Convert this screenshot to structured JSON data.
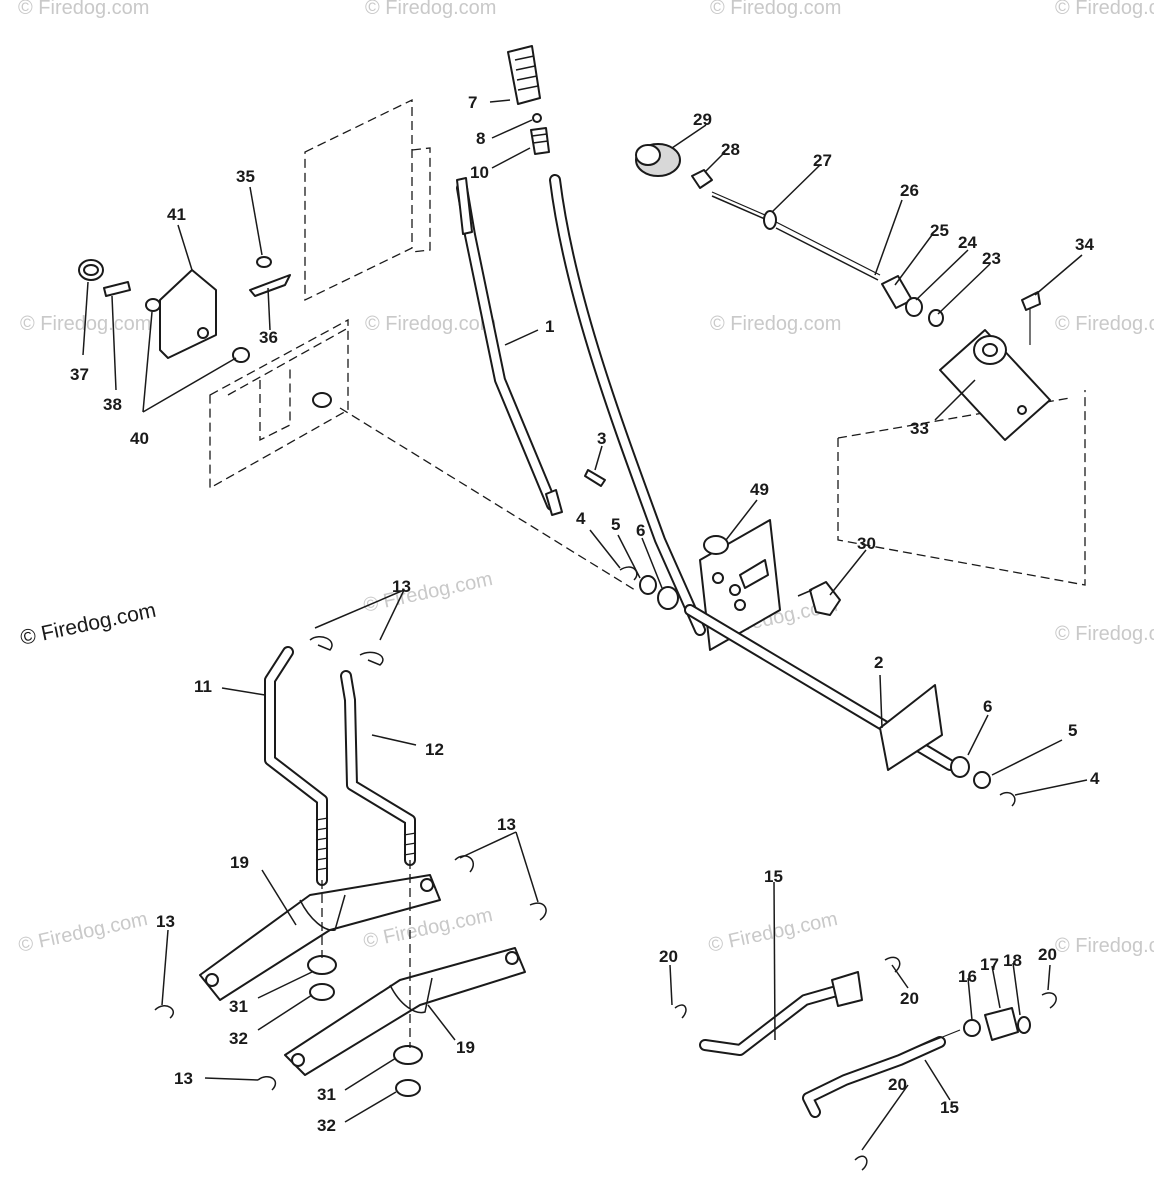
{
  "watermark": "© Firedog.com",
  "credit": "© Firedog.com",
  "callouts": {
    "c1": "1",
    "c2": "2",
    "c3": "3",
    "c4a": "4",
    "c4b": "4",
    "c5a": "5",
    "c5b": "5",
    "c6a": "6",
    "c6b": "6",
    "c7": "7",
    "c8": "8",
    "c10": "10",
    "c11": "11",
    "c12": "12",
    "c13a": "13",
    "c13b": "13",
    "c13c": "13",
    "c13d": "13",
    "c15a": "15",
    "c15b": "15",
    "c16": "16",
    "c17": "17",
    "c18": "18",
    "c19a": "19",
    "c19b": "19",
    "c20a": "20",
    "c20b": "20",
    "c20c": "20",
    "c20d": "20",
    "c23": "23",
    "c24": "24",
    "c25": "25",
    "c26": "26",
    "c27": "27",
    "c28": "28",
    "c29": "29",
    "c30": "30",
    "c31a": "31",
    "c31b": "31",
    "c32a": "32",
    "c32b": "32",
    "c33": "33",
    "c34": "34",
    "c35": "35",
    "c36": "36",
    "c37": "37",
    "c38": "38",
    "c40": "40",
    "c41": "41",
    "c49": "49"
  }
}
